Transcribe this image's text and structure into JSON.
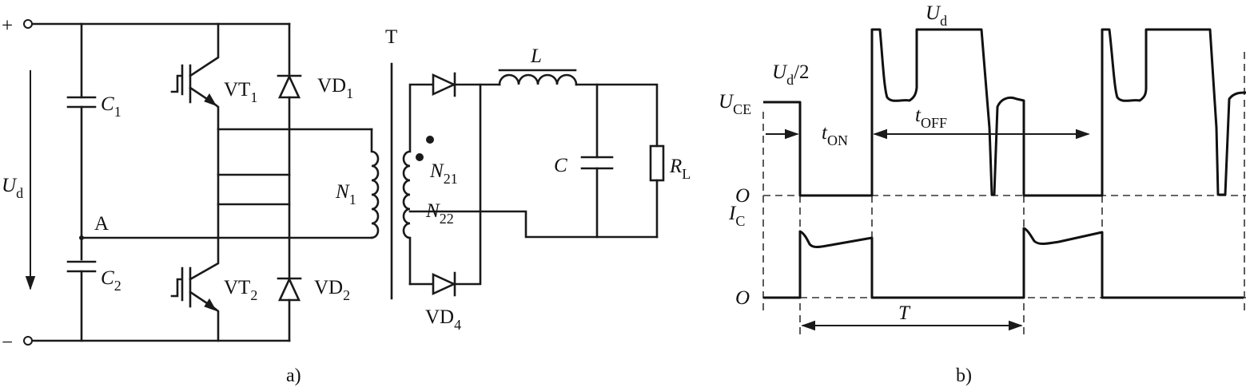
{
  "panel_a": {
    "caption": "a)",
    "terminal_plus": "+",
    "terminal_minus": "−",
    "node_a": "A",
    "transformer": "T",
    "vd4": "VD",
    "vd4_sub": "4",
    "labels": [
      {
        "key": "c1",
        "main": "C",
        "sub": "1",
        "italic": true
      },
      {
        "key": "c2",
        "main": "C",
        "sub": "2",
        "italic": true
      },
      {
        "key": "vt1",
        "main": "VT",
        "sub": "1",
        "italic": false
      },
      {
        "key": "vt2",
        "main": "VT",
        "sub": "2",
        "italic": false
      },
      {
        "key": "vd1",
        "main": "VD",
        "sub": "1",
        "italic": false
      },
      {
        "key": "vd2",
        "main": "VD",
        "sub": "2",
        "italic": false
      },
      {
        "key": "ud",
        "main": "U",
        "sub": "d",
        "italic": true
      },
      {
        "key": "n1",
        "main": "N",
        "sub": "1",
        "italic": true
      },
      {
        "key": "n21",
        "main": "N",
        "sub": "21",
        "italic": true
      },
      {
        "key": "n22",
        "main": "N",
        "sub": "22",
        "italic": true
      },
      {
        "key": "l",
        "main": "L",
        "sub": "",
        "italic": true
      },
      {
        "key": "c",
        "main": "C",
        "sub": "",
        "italic": true
      },
      {
        "key": "rl",
        "main": "R",
        "sub": "L",
        "italic": true
      }
    ]
  },
  "panel_b": {
    "caption": "b)",
    "ud_top": "U",
    "ud_top_sub": "d",
    "ud_half": "U",
    "ud_half_sub": "d",
    "ud_half_suffix": "/2",
    "uce": "U",
    "uce_sub": "CE",
    "ton": "t",
    "ton_sub": "ON",
    "toff": "t",
    "toff_sub": "OFF",
    "origin1": "O",
    "origin2": "O",
    "ic": "I",
    "ic_sub": "C",
    "period": "T"
  }
}
